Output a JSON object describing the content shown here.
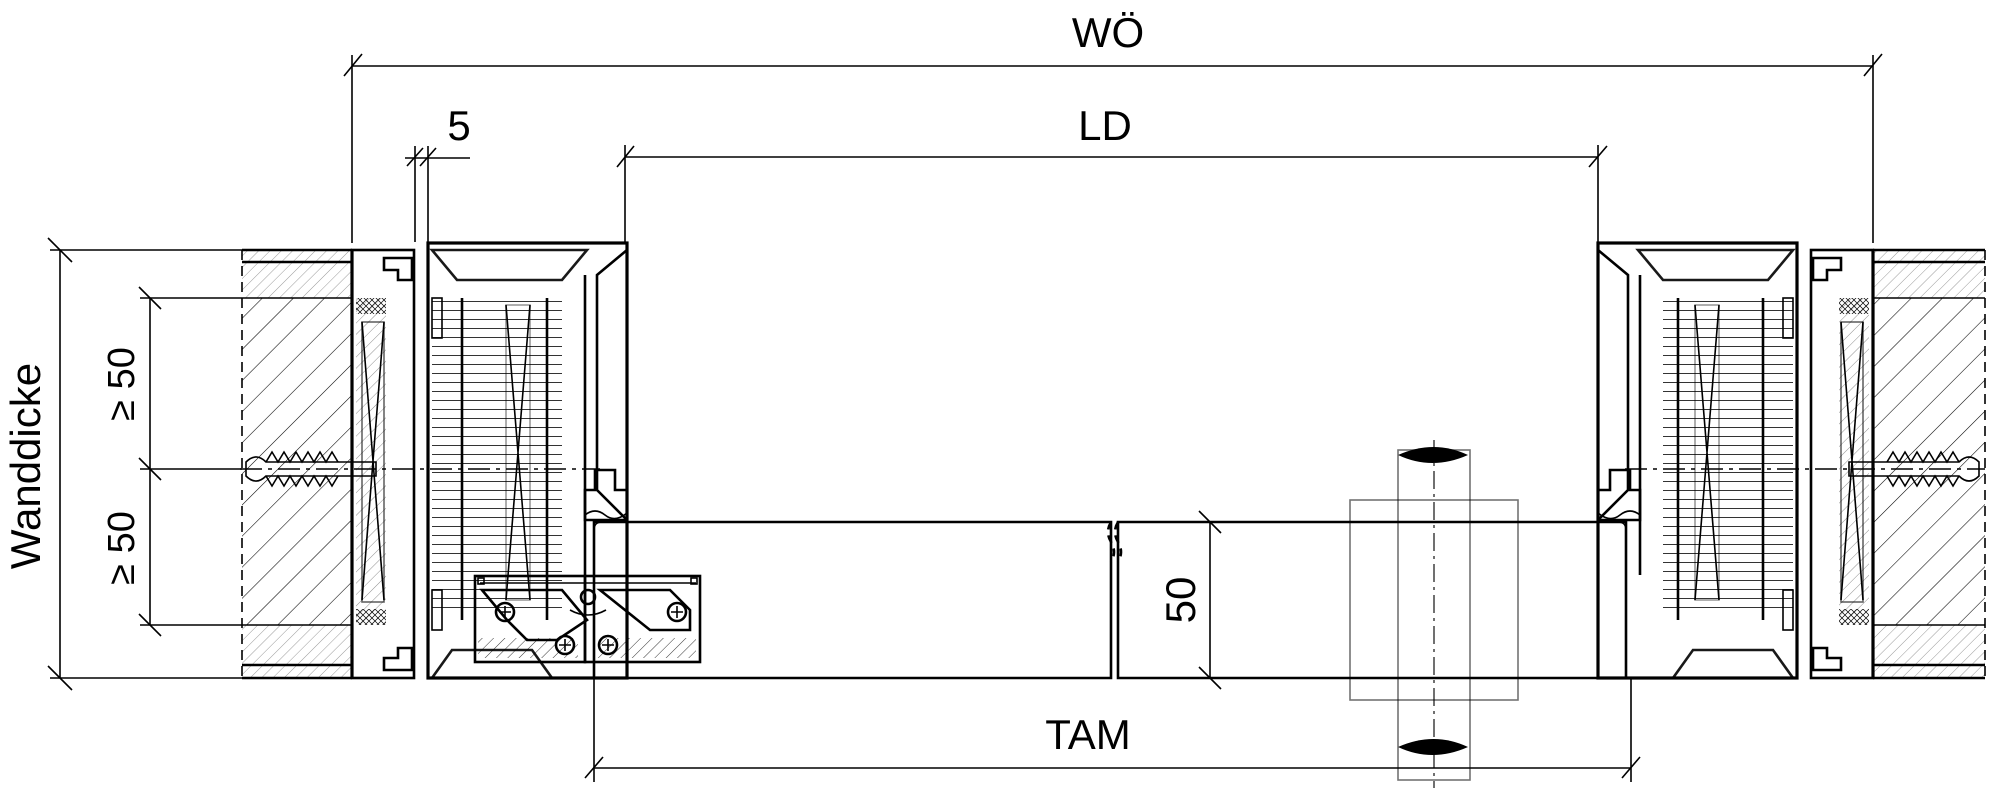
{
  "labels": {
    "wo": "WÖ",
    "ld": "LD",
    "gap": "5",
    "tam": "TAM",
    "leaf_thickness": "50",
    "wall_thickness": "Wanddicke",
    "min_upper": "≥ 50",
    "min_lower": "≥ 50"
  },
  "colors": {
    "line": "#000000",
    "background": "#ffffff"
  }
}
